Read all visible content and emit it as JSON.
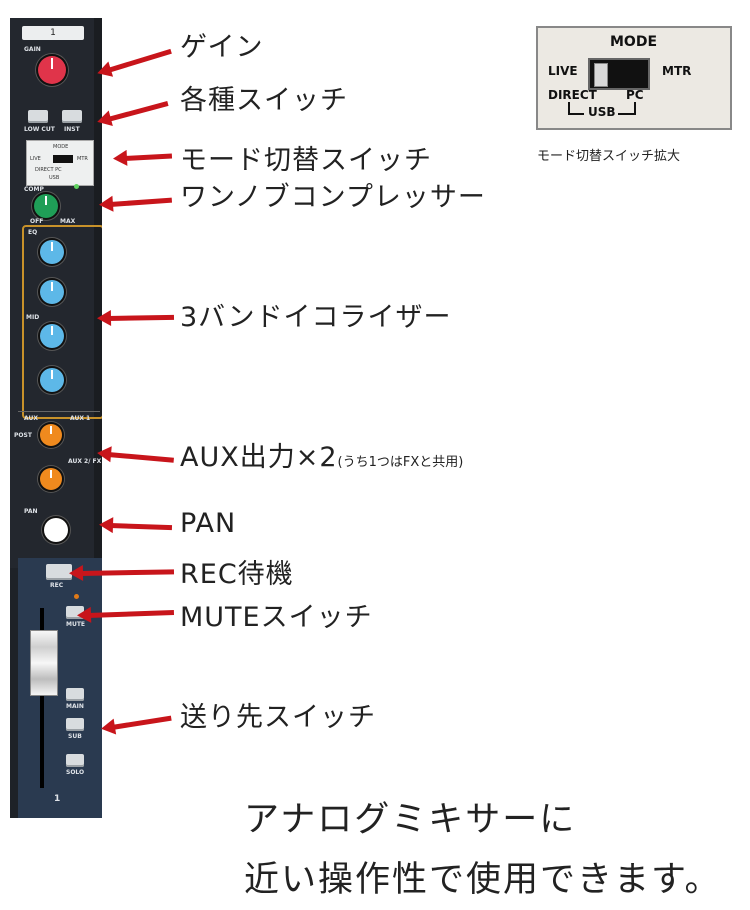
{
  "mixer": {
    "channel_number": "1",
    "labels": {
      "gain": "GAIN",
      "low_cut": "LOW CUT",
      "inst": "INST",
      "mode": "MODE",
      "live": "LIVE",
      "mtr": "MTR",
      "direct_pc": "DIRECT PC",
      "usb": "USB",
      "comp": "COMP",
      "off": "OFF",
      "max": "MAX",
      "eq": "EQ",
      "mid": "MID",
      "aux": "AUX",
      "aux1": "AUX 1",
      "aux2fx": "AUX 2/ FX",
      "post": "POST",
      "pan": "PAN",
      "rec": "REC",
      "mute": "MUTE",
      "main": "MAIN",
      "sub": "SUB",
      "solo": "SOLO",
      "strip_number": "1"
    },
    "colors": {
      "gain_knob": "#e0344a",
      "comp_knob": "#1f9e57",
      "eq_knob": "#5db8e8",
      "aux_knob": "#f08a1e",
      "pan_knob": "#ffffff",
      "eq_frame": "#c8922a"
    }
  },
  "annotations": [
    {
      "label": "ゲイン"
    },
    {
      "label": "各種スイッチ"
    },
    {
      "label": "モード切替スイッチ"
    },
    {
      "label": "ワンノブコンプレッサー"
    },
    {
      "label": "3バンドイコライザー"
    },
    {
      "label": "AUX出力×2",
      "note": "(うち1つはFXと共用)"
    },
    {
      "label": "PAN"
    },
    {
      "label": "REC待機"
    },
    {
      "label": "MUTEスイッチ"
    },
    {
      "label": "送り先スイッチ"
    }
  ],
  "inset": {
    "title": "MODE",
    "live": "LIVE",
    "mtr": "MTR",
    "direct": "DIRECT",
    "pc": "PC",
    "usb": "USB",
    "caption": "モード切替スイッチ拡大"
  },
  "tagline": {
    "line1": "アナログミキサーに",
    "line2": "近い操作性で使用できます。"
  },
  "arrow_color": "#c8151b"
}
